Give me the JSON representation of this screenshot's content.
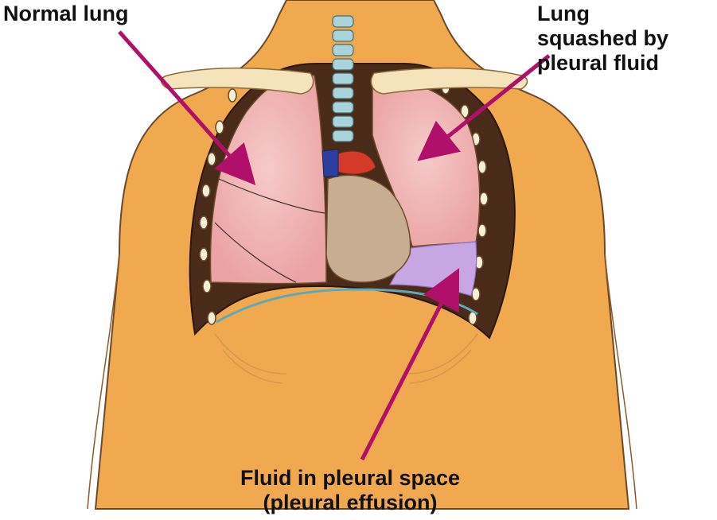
{
  "labels": {
    "normal_lung": "Normal lung",
    "squashed_lung": [
      "Lung",
      "squashed by",
      "pleural fluid"
    ],
    "fluid": [
      "Fluid in pleural space",
      "(pleural effusion)"
    ]
  },
  "colors": {
    "arrow": "#b0106a",
    "skin": "#f0a94f",
    "lung": "#f2b8b8",
    "fluid": "#c7a6e3",
    "cavity": "#4a2a18",
    "heart": "#c9ad92"
  }
}
